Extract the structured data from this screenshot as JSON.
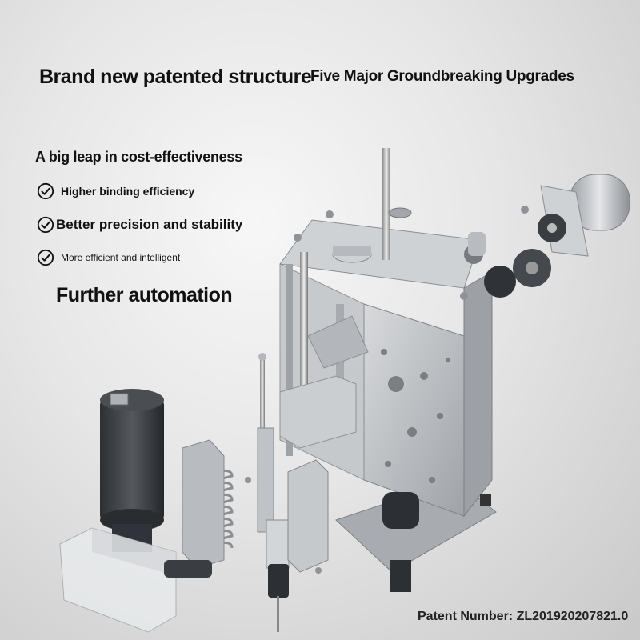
{
  "headline": {
    "main": "Brand new patented structure",
    "sub": "Five Major Groundbreaking Upgrades"
  },
  "lead": "A big leap in cost-effectiveness",
  "features": [
    {
      "label": "Higher binding efficiency",
      "icon": "check-circle-icon"
    },
    {
      "label": "Better precision and stability",
      "icon": "check-circle-icon"
    },
    {
      "label": "More efficient and intelligent",
      "icon": "check-circle-icon"
    }
  ],
  "automation": "Further automation",
  "patent": "Patent Number: ZL201920207821.0",
  "colors": {
    "text": "#111111",
    "metal": "#b9bcc0",
    "metal_dark": "#6f7378",
    "motor": "#3a3d41",
    "background": "#e6e6e6"
  }
}
